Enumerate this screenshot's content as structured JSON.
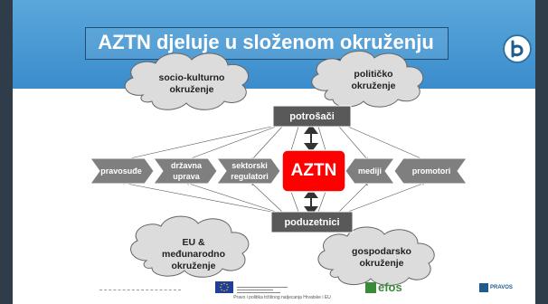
{
  "slide": {
    "title": "AZTN djeluje u složenom okruženju"
  },
  "diagram": {
    "center": "AZTN",
    "top_node": "potrošači",
    "bottom_node": "poduzetnici",
    "left_nodes": [
      "pravosuđe",
      "državna uprava",
      "sektorski regulatori"
    ],
    "right_nodes": [
      "mediji",
      "promotori"
    ],
    "clouds": [
      {
        "id": "socio",
        "label": "socio-kulturno okruženje"
      },
      {
        "id": "politicko",
        "label": "političko okruženje"
      },
      {
        "id": "eu",
        "label": "EU & međunarodno okruženje"
      },
      {
        "id": "gospodarsko",
        "label": "gospodarsko okruženje"
      }
    ]
  },
  "footer": {
    "caption": "Pravo i politika tržišnog natjecanja Hrvatske i EU",
    "logo_efos": "efos",
    "logo_pravos": "PRAVOS"
  },
  "colors": {
    "title_bar": "#3b8ccc",
    "center": "#ff0000",
    "node": "#7f7f7f",
    "dark_node": "#595959",
    "cloud_fill": "#dcdcdc"
  }
}
